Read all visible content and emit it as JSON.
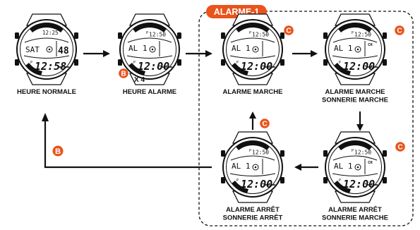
{
  "group_label": "ALARME-1",
  "colors": {
    "accent": "#e8541c",
    "ink": "#111111"
  },
  "watches": [
    {
      "id": "w1",
      "kind": "normal",
      "top": "12:25",
      "day": "SAT",
      "date": "48",
      "pm": "P",
      "main": "12:58",
      "caption": [
        "HEURE NORMALE"
      ]
    },
    {
      "id": "w2",
      "kind": "alarm",
      "pm": "P",
      "top": "12:50",
      "mode": "AL 1",
      "main": "12:00",
      "caption": [
        "HEURE ALARME"
      ]
    },
    {
      "id": "w3",
      "kind": "alarm",
      "pm": "P",
      "top": "12:50",
      "mode": "AL 1",
      "main": "12:00",
      "caption": [
        "ALARME MARCHE"
      ]
    },
    {
      "id": "w4",
      "kind": "alarm",
      "pm": "P",
      "top": "12:50",
      "mode": "AL 1",
      "main": "12:00",
      "chime": "CH",
      "caption": [
        "ALARME MARCHE",
        "SONNERIE MARCHE"
      ]
    },
    {
      "id": "w5",
      "kind": "alarm",
      "pm": "P",
      "top": "12:50",
      "mode": "AL 1",
      "main": "12:00",
      "chime": "CH",
      "caption": [
        "ALARME ARRÊT",
        "SONNERIE MARCHE"
      ]
    },
    {
      "id": "w6",
      "kind": "alarm",
      "pm": "P",
      "top": "12:50",
      "mode": "AL 1",
      "main": "12:00",
      "caption": [
        "ALARME ARRÊT",
        "SONNERIE ARRÊT"
      ]
    }
  ],
  "buttons": [
    {
      "id": "b-w2",
      "letter": "B",
      "note": "X 4"
    },
    {
      "id": "c-w3",
      "letter": "C"
    },
    {
      "id": "c-w4",
      "letter": "C"
    },
    {
      "id": "c-w5",
      "letter": "C"
    },
    {
      "id": "c-up",
      "letter": "C"
    },
    {
      "id": "b-back",
      "letter": "B"
    }
  ]
}
